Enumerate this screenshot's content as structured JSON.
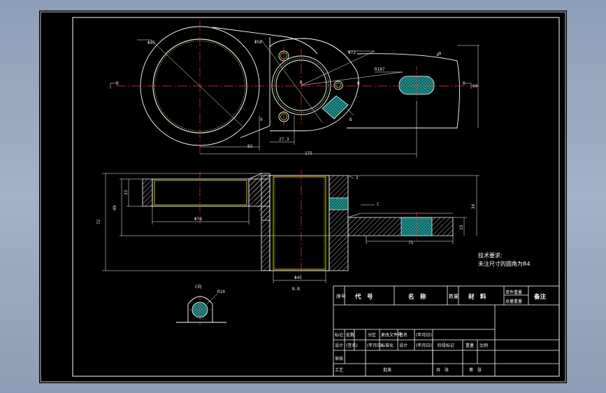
{
  "drawing": {
    "top_view": {
      "dia_large": "Φ95",
      "dia_small": "Φ58",
      "dia_bore": "Φ72",
      "radius_arm": "R187",
      "angle": "40",
      "dim_82": "82",
      "dim_27": "27.3",
      "dim_175": "175",
      "dim_9": "9",
      "section_left": "B",
      "section_right": "B",
      "section_mid": "B",
      "section_low": "B",
      "center_mark": "R",
      "side_mark": "60"
    },
    "section_view": {
      "label": "B-B",
      "dim_total": "72",
      "dim_49": "49",
      "dim_33": "33",
      "dim_78": "Φ78",
      "dim_45": "Φ45",
      "dim_75": "75",
      "dim_34": "34",
      "dim_15": "15",
      "mark_c": "C",
      "dim_2": "2"
    },
    "detail_view": {
      "label": "C向",
      "radius": "R10"
    },
    "notes": {
      "title": "技术要求:",
      "line1": "未注尺寸的圆角为R4"
    }
  },
  "title_block": {
    "row1": {
      "seq": "序号",
      "code": "代　号",
      "name": "名　称",
      "qty": "数量",
      "material": "材　料",
      "unit_weight": "单件重量",
      "total_weight": "总量重量",
      "remarks": "备注"
    },
    "row2": {
      "mark": "标记",
      "count": "处数",
      "zone": "分区",
      "change_doc": "更改文件号",
      "sign": "签名",
      "date": "(年月日)"
    },
    "row3": {
      "design": "设计",
      "sign": "(签名)",
      "date": "(年月日)",
      "std": "标准化",
      "design2": "设计",
      "date2": "(年月日)",
      "stage_mark": "阶段标记",
      "weight": "重量",
      "scale": "比例"
    },
    "row4": {
      "review": "审核",
      "process": "工艺",
      "approve": "批准",
      "total_sheets": "共　张",
      "sheet_no": "第　张"
    }
  }
}
